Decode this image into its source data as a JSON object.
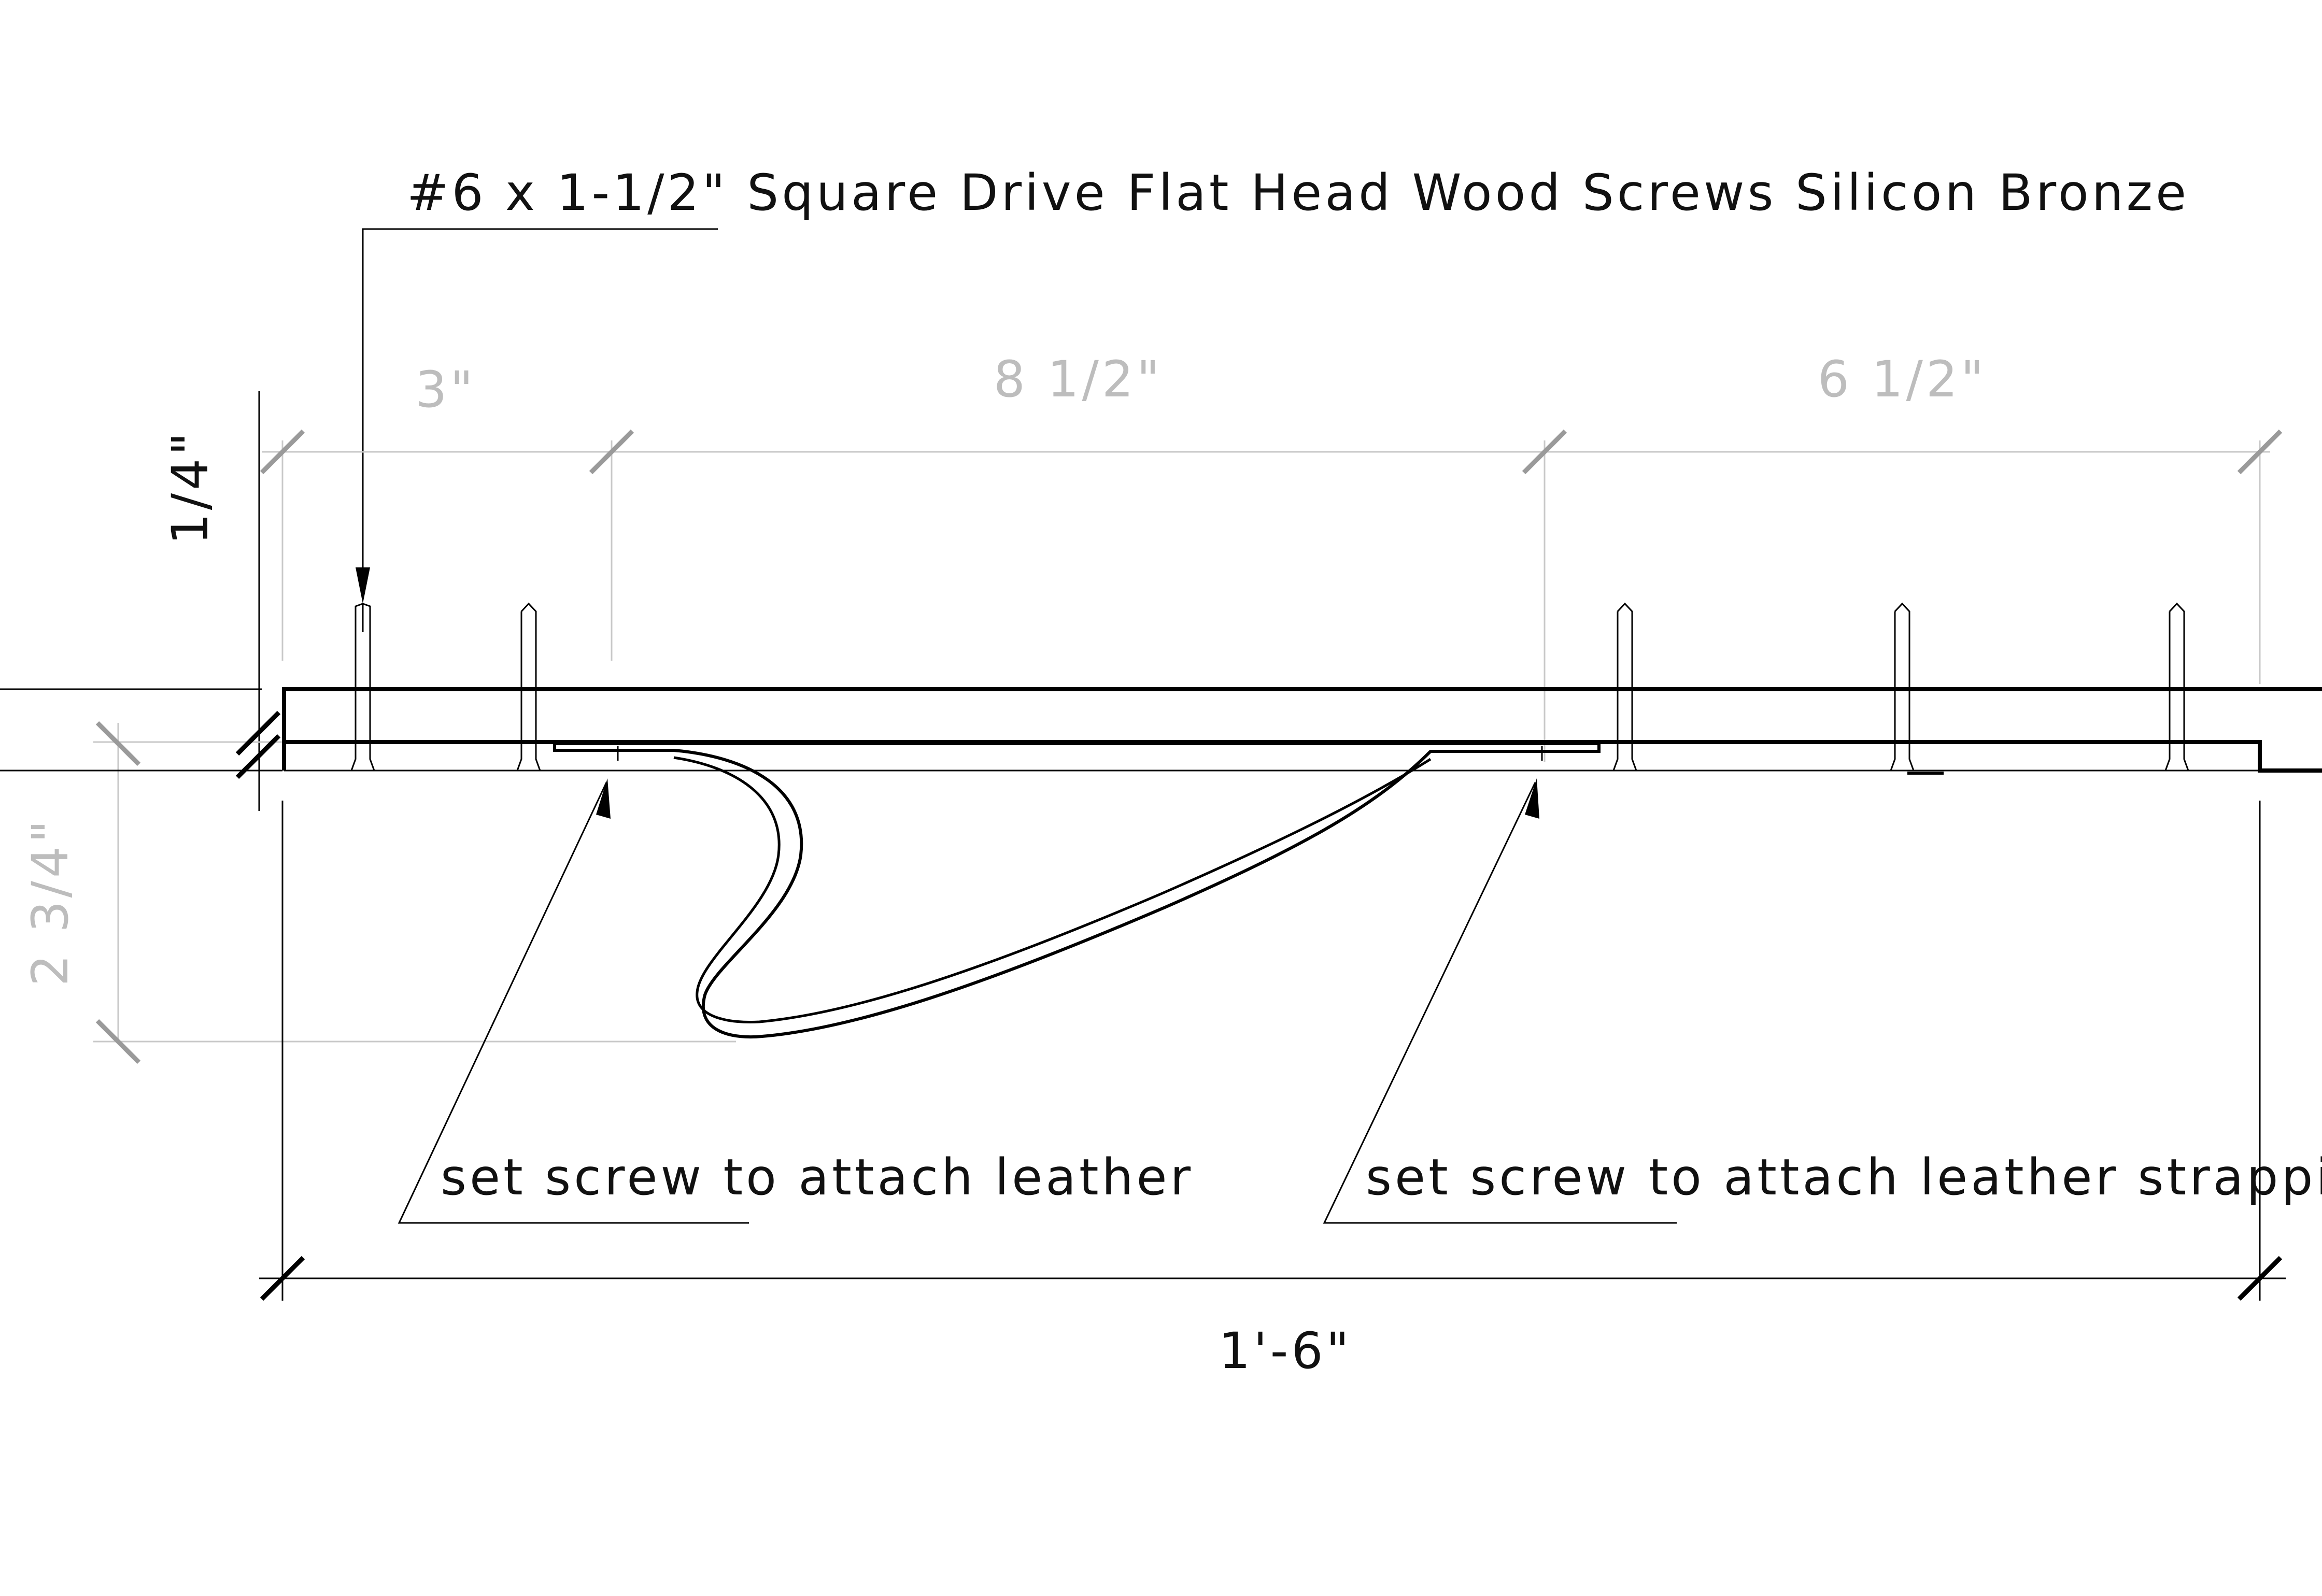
{
  "header_note": "#6 x 1-1/2\" Square Drive Flat Head Wood Screws Silicon Bronze",
  "dimensions": {
    "top_left": "3\"",
    "top_middle": "8 1/2\"",
    "top_right": "6 1/2\"",
    "left_vertical_small": "1/4\"",
    "left_vertical_large": "2 3/4\"",
    "overall_width": "1'-6\""
  },
  "notes": {
    "left_set_screw": "set screw to attach leather",
    "right_set_screw": "set screw to attach leather strapping"
  },
  "colors": {
    "line": "#000000",
    "dimension": "#bdbdbd",
    "extension_line": "#c8c8c8"
  }
}
